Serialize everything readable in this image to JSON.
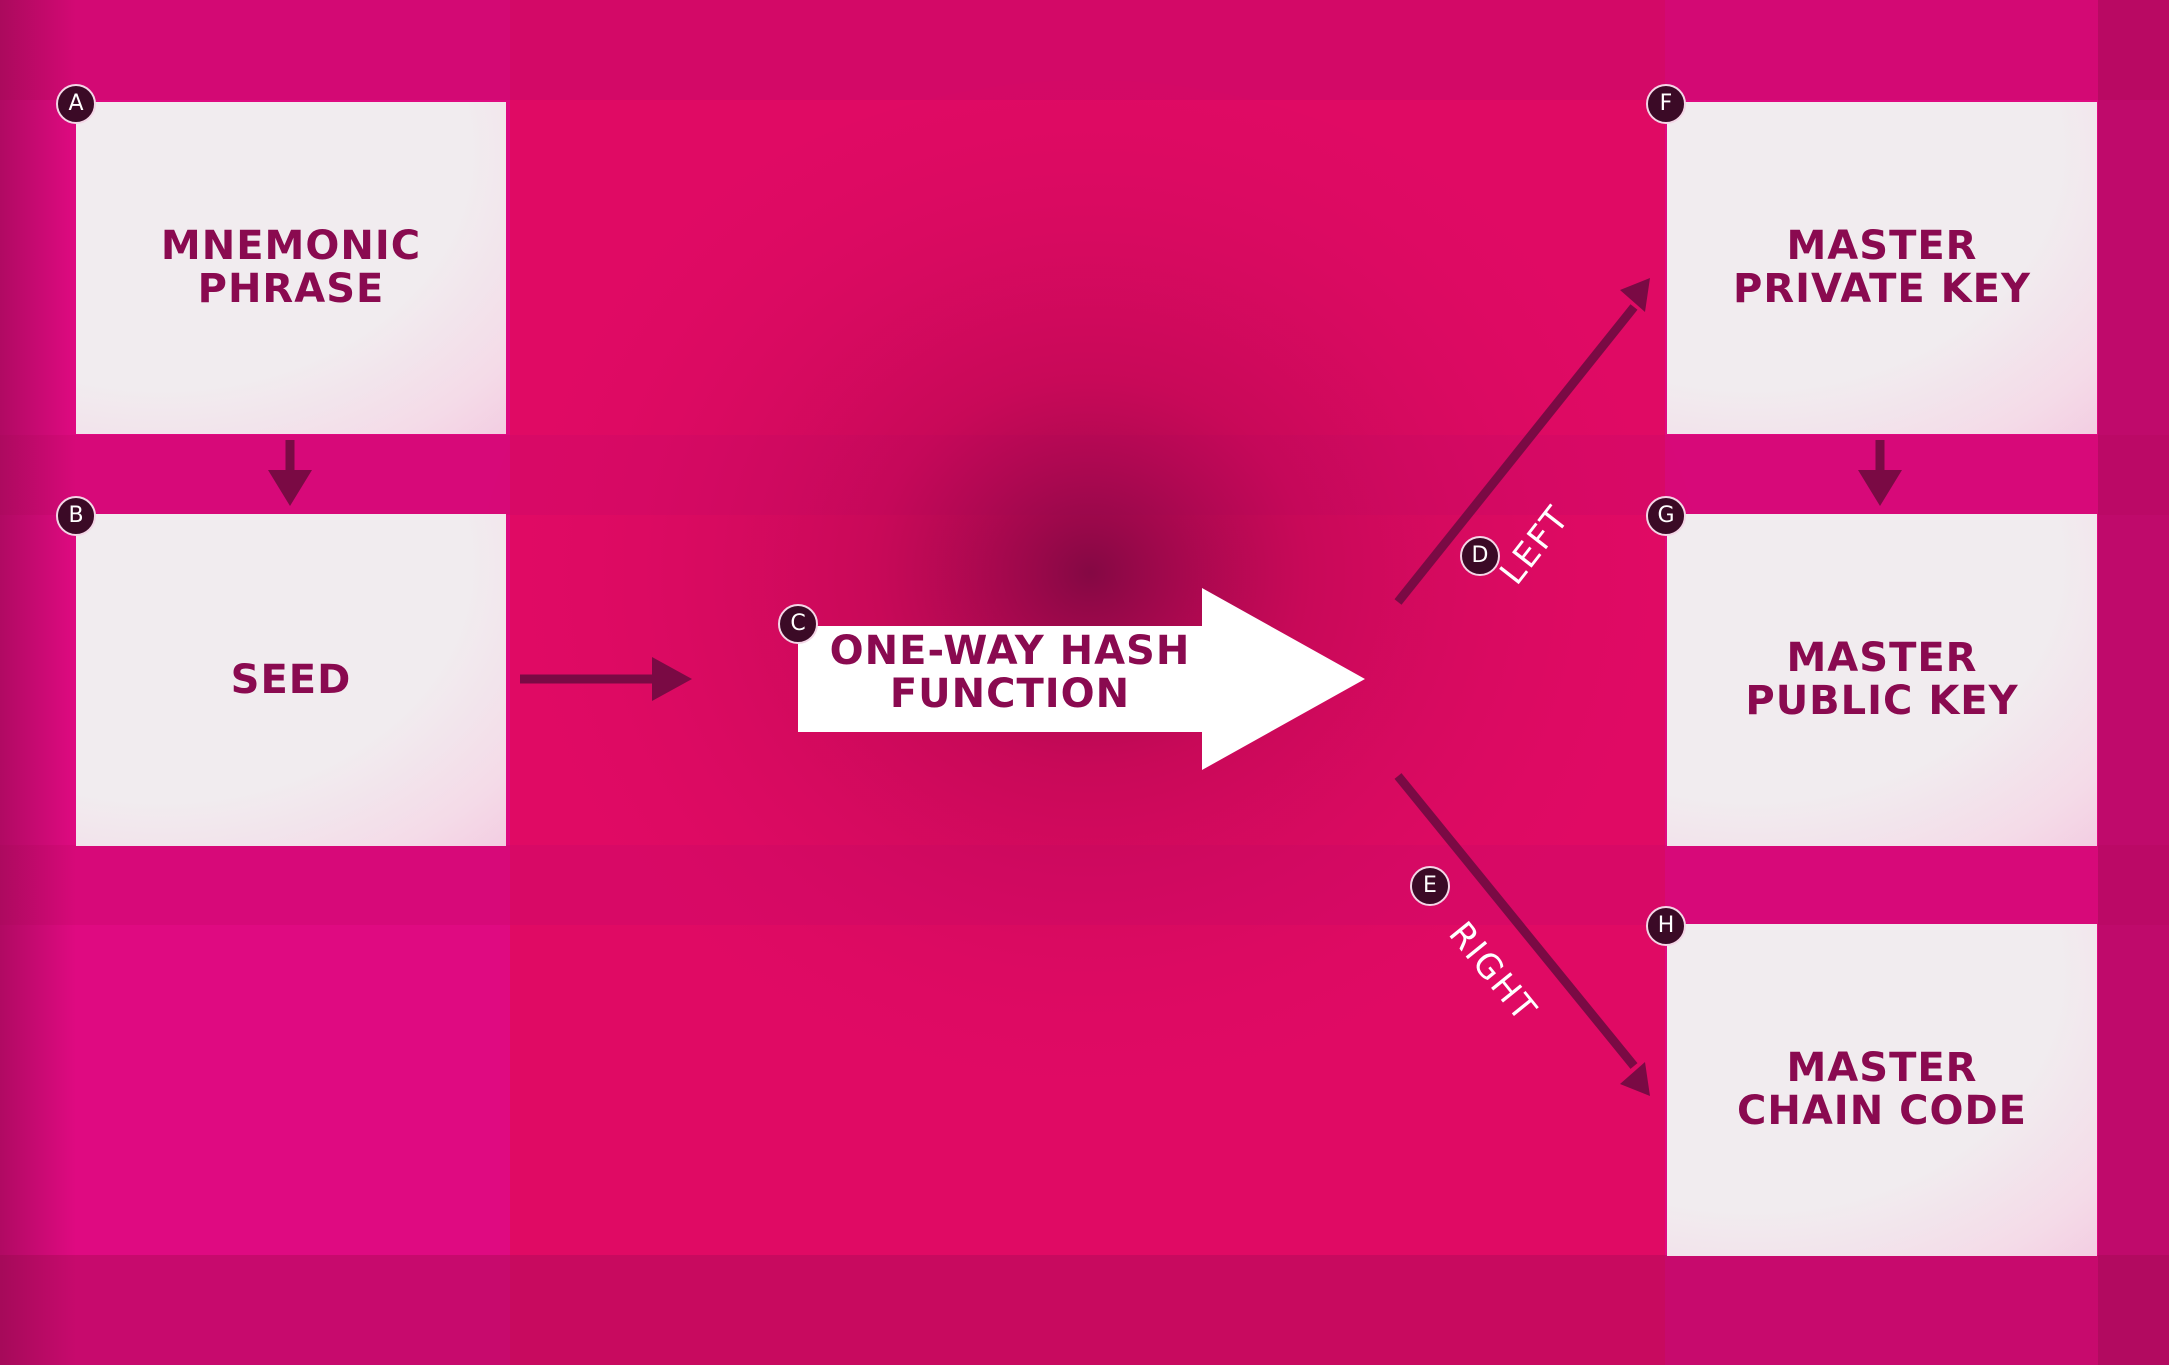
{
  "diagram": {
    "nodes": [
      {
        "id": "A",
        "label": "MNEMONIC\nPHRASE"
      },
      {
        "id": "B",
        "label": "SEED"
      },
      {
        "id": "F",
        "label": "MASTER\nPRIVATE KEY"
      },
      {
        "id": "G",
        "label": "MASTER\nPUBLIC KEY"
      },
      {
        "id": "H",
        "label": "MASTER\nCHAIN CODE"
      }
    ],
    "hash": {
      "id": "C",
      "label": "ONE-WAY HASH\nFUNCTION"
    },
    "branches": [
      {
        "id": "D",
        "label": "LEFT"
      },
      {
        "id": "E",
        "label": "RIGHT"
      }
    ]
  },
  "colors": {
    "background": "#e00a64",
    "box_text": "#8a0a50",
    "arrow": "#7a0a44",
    "badge": "#3b0a26"
  }
}
